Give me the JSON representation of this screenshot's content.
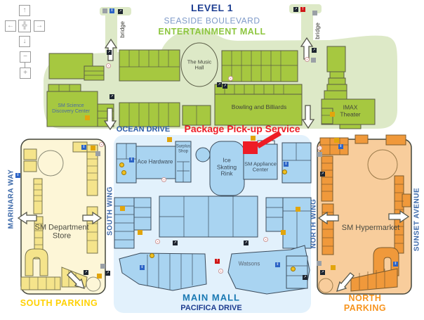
{
  "header": {
    "level": "LEVEL 1",
    "boulevard": "SEASIDE BOULEVARD",
    "mall_name": "ENTERTAINMENT MALL"
  },
  "nav": {
    "up": "↑",
    "left": "←",
    "center": "╬",
    "right": "→",
    "down": "↓",
    "zoom_out": "−",
    "zoom_in": "+"
  },
  "roads": {
    "ocean": "OCEAN DRIVE",
    "pacifica": "PACIFICA DRIVE",
    "marinara": "MARINARA WAY",
    "sunset": "SUNSET AVENUE"
  },
  "wings": {
    "south": "SOUTH WING",
    "north": "NORTH WING"
  },
  "bridges": {
    "left": "bridge",
    "right": "bridge"
  },
  "pickup": {
    "label": "Package Pick-up Service"
  },
  "entertainment": {
    "music_hall": "The Music Hall",
    "science_center": "SM Science Discovery Center",
    "bowling": "Bowling and Billiards",
    "imax": "IMAX Theater"
  },
  "main_mall": {
    "label": "MAIN MALL",
    "ace_hardware": "Ace Hardware",
    "surplus_shop": "Surplus Shop",
    "ice_rink": "Ice Skating Rink",
    "appliance": "SM Appliance Center",
    "watsons": "Watsons"
  },
  "department_store": {
    "name": "SM Department Store",
    "parking": "SOUTH PARKING"
  },
  "hypermarket": {
    "name": "SM Hypermarket",
    "parking": "NORTH PARKING"
  },
  "icons": {
    "escalator": "↗",
    "elevator": "⇕",
    "alert": "!",
    "first_aid": "+",
    "service": "",
    "info": "",
    "dot": ""
  },
  "colors": {
    "entertainment_bg": "#dde9c7",
    "entertainment_building": "#a6c840",
    "main_mall_bg": "#e2f1fc",
    "main_mall_building": "#a9d4f1",
    "department_bg": "#fdf6d7",
    "department_building": "#f5e48b",
    "hypermarket_bg": "#f8cd9c",
    "hypermarket_building": "#f0993b",
    "pickup_red": "#ee1c25",
    "title_navy": "#1d3e92",
    "title_green": "#8dc63f",
    "road_label_blue": "#3a67a8",
    "main_mall_label": "#1878b2",
    "south_parking_label": "#ffd103",
    "north_parking_label": "#f7941e"
  }
}
